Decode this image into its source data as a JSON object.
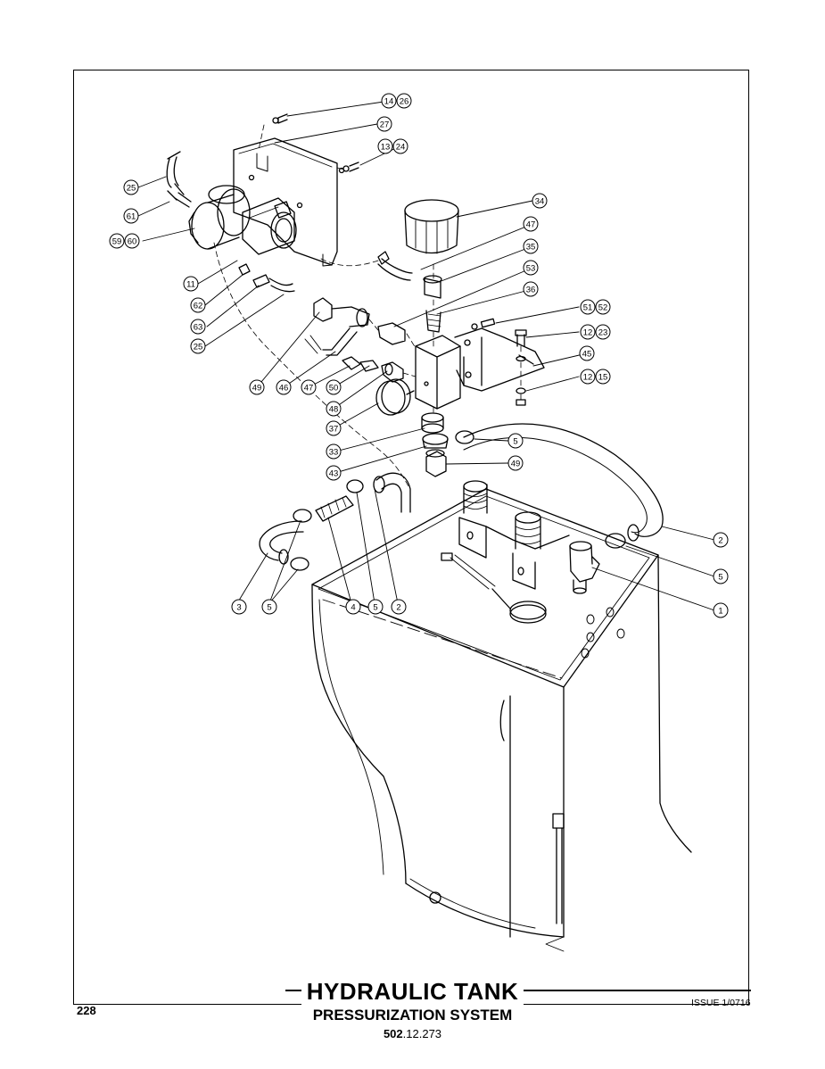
{
  "page": {
    "number": "228",
    "title": "HYDRAULIC TANK",
    "subtitle": "PRESSURIZATION SYSTEM",
    "code_bold": "502",
    "code_rest": ".12.273",
    "issue": "ISSUE 1/0716"
  },
  "callouts": [
    {
      "id": "c-14",
      "label": "14"
    },
    {
      "id": "c-26",
      "label": "26"
    },
    {
      "id": "c-27",
      "label": "27"
    },
    {
      "id": "c-13",
      "label": "13"
    },
    {
      "id": "c-24",
      "label": "24"
    },
    {
      "id": "c-25a",
      "label": "25"
    },
    {
      "id": "c-61",
      "label": "61"
    },
    {
      "id": "c-59",
      "label": "59"
    },
    {
      "id": "c-60",
      "label": "60"
    },
    {
      "id": "c-34",
      "label": "34"
    },
    {
      "id": "c-47a",
      "label": "47"
    },
    {
      "id": "c-35",
      "label": "35"
    },
    {
      "id": "c-53",
      "label": "53"
    },
    {
      "id": "c-36",
      "label": "36"
    },
    {
      "id": "c-51",
      "label": "51"
    },
    {
      "id": "c-52",
      "label": "52"
    },
    {
      "id": "c-12a",
      "label": "12"
    },
    {
      "id": "c-23",
      "label": "23"
    },
    {
      "id": "c-45",
      "label": "45"
    },
    {
      "id": "c-12b",
      "label": "12"
    },
    {
      "id": "c-15",
      "label": "15"
    },
    {
      "id": "c-11",
      "label": "11"
    },
    {
      "id": "c-62",
      "label": "62"
    },
    {
      "id": "c-63",
      "label": "63"
    },
    {
      "id": "c-25b",
      "label": "25"
    },
    {
      "id": "c-49a",
      "label": "49"
    },
    {
      "id": "c-46",
      "label": "46"
    },
    {
      "id": "c-47b",
      "label": "47"
    },
    {
      "id": "c-50",
      "label": "50"
    },
    {
      "id": "c-48",
      "label": "48"
    },
    {
      "id": "c-37",
      "label": "37"
    },
    {
      "id": "c-33",
      "label": "33"
    },
    {
      "id": "c-43",
      "label": "43"
    },
    {
      "id": "c-5a",
      "label": "5"
    },
    {
      "id": "c-49b",
      "label": "49"
    },
    {
      "id": "c-2a",
      "label": "2"
    },
    {
      "id": "c-5b",
      "label": "5"
    },
    {
      "id": "c-1",
      "label": "1"
    },
    {
      "id": "c-3",
      "label": "3"
    },
    {
      "id": "c-5c",
      "label": "5"
    },
    {
      "id": "c-4",
      "label": "4"
    },
    {
      "id": "c-5d",
      "label": "5"
    },
    {
      "id": "c-2b",
      "label": "2"
    }
  ]
}
